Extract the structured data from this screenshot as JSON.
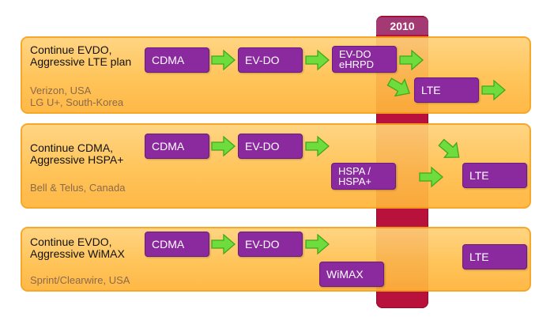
{
  "year": "2010",
  "rows": [
    {
      "strategy": [
        "Continue EVDO,",
        "Aggressive LTE plan"
      ],
      "operators": [
        "Verizon, USA",
        "LG U+, South-Korea"
      ],
      "techs": [
        "CDMA",
        "EV-DO",
        "EV-DO\neHRPD",
        "LTE"
      ]
    },
    {
      "strategy": [
        "Continue CDMA,",
        "Aggressive HSPA+"
      ],
      "operators": [
        "Bell & Telus, Canada"
      ],
      "techs": [
        "CDMA",
        "EV-DO",
        "HSPA /\nHSPA+",
        "LTE"
      ]
    },
    {
      "strategy": [
        "Continue EVDO,",
        "Aggressive WiMAX"
      ],
      "operators": [
        "Sprint/Clearwire, USA"
      ],
      "techs": [
        "CDMA",
        "EV-DO",
        "WiMAX",
        "LTE"
      ]
    }
  ],
  "colors": {
    "band": "#ffc04e",
    "band_border": "#f7a21c",
    "tech_box": "#8a2a9e",
    "year_bar": "#b8123c",
    "arrow": "#6edc3c"
  },
  "icons": {
    "transition": "green-arrow-icon"
  }
}
